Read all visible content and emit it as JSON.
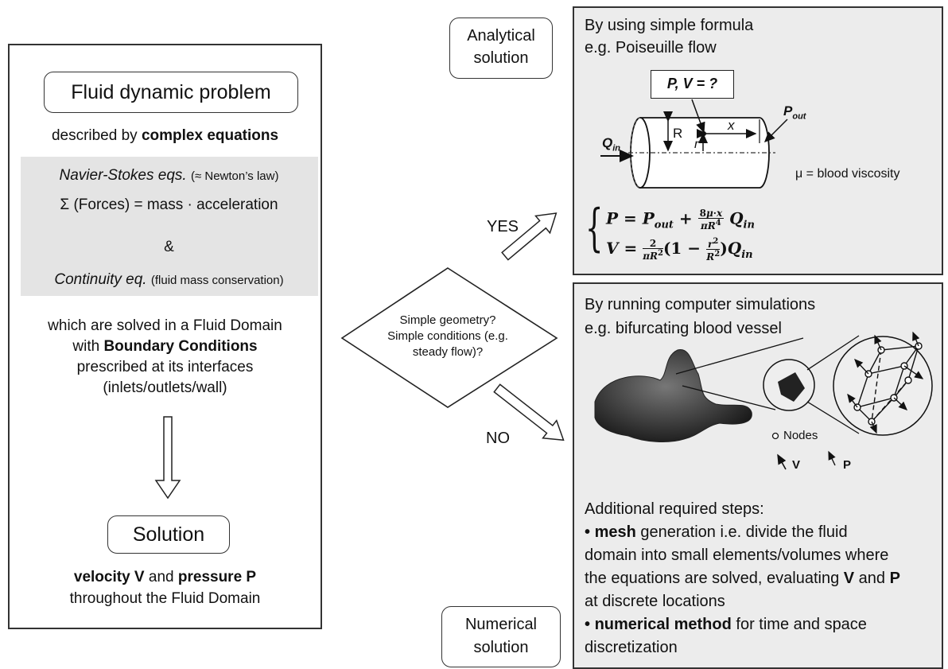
{
  "left_panel": {
    "problem_title": "Fluid dynamic problem",
    "described_by_prefix": "described by ",
    "described_by_bold": "complex equations",
    "navier_stokes_italic": "Navier-Stokes eqs.",
    "navier_stokes_note": "(≈ Newton’s law)",
    "forces_eq": "Σ (Forces) = mass · acceleration",
    "ampersand": "&",
    "continuity_italic": "Continuity eq.",
    "continuity_note": "(fluid mass conservation)",
    "solved_line1": "which are solved in a Fluid Domain",
    "solved_line2_prefix": "with ",
    "solved_line2_bold": "Boundary Conditions",
    "solved_line3": "prescribed at its interfaces",
    "solved_line4": "(inlets/outlets/wall)",
    "solution_title": "Solution",
    "velocity_bold": "velocity V",
    "and_word": " and ",
    "pressure_bold": "pressure P",
    "throughout": "throughout the Fluid Domain"
  },
  "decision": {
    "line1": "Simple geometry?",
    "line2": "Simple conditions (e.g.",
    "line3": "steady flow)?",
    "yes": "YES",
    "no": "NO"
  },
  "analytical": {
    "label_line1": "Analytical",
    "label_line2": "solution",
    "heading1": "By using simple formula",
    "heading2": "e.g. Poiseuille flow",
    "pv_box": "P, V = ?",
    "q_in": "Q",
    "q_in_sub": "in",
    "p_out": "P",
    "p_out_sub": "out",
    "R": "R",
    "r": "r",
    "x": "x",
    "mu_note": "μ = blood viscosity",
    "eq1": "P = P_out + (8μ·x / πR⁴) Q_in",
    "eq2": "V = 2/(πR²) (1 − r²/R²) Q_in"
  },
  "numerical": {
    "label_line1": "Numerical",
    "label_line2": "solution",
    "heading1": "By running computer simulations",
    "heading2": "e.g. bifurcating blood vessel",
    "nodes_label": "Nodes",
    "v_label": "V",
    "p_label": "P",
    "steps_heading": "Additional required steps:",
    "step1_bold": "mesh",
    "step1_rest_a": " generation i.e. divide the fluid",
    "step1_line2": "domain into small elements/volumes where",
    "step1_line3_a": "the equations are solved, evaluating ",
    "step1_line3_v": "V",
    "step1_line3_and": " and ",
    "step1_line3_p": "P",
    "step1_line4": "at discrete locations",
    "step2_bold": "numerical method",
    "step2_rest": " for time and space",
    "step2_line2": "discretization",
    "bullet": "•"
  },
  "colors": {
    "gray_panel": "#ececec",
    "gray_band": "#e4e4e4",
    "border": "#333333"
  }
}
